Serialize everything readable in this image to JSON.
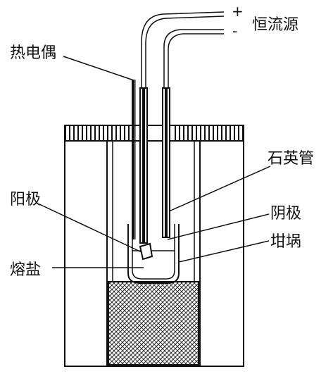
{
  "labels": {
    "thermocouple": "热电偶",
    "power_supply": "恒流源",
    "plus_sign": "+",
    "minus_sign": "-",
    "quartz_tube": "石英管",
    "anode": "阳极",
    "cathode": "阴极",
    "crucible": "坩埚",
    "molten_salt": "熔盐"
  }
}
